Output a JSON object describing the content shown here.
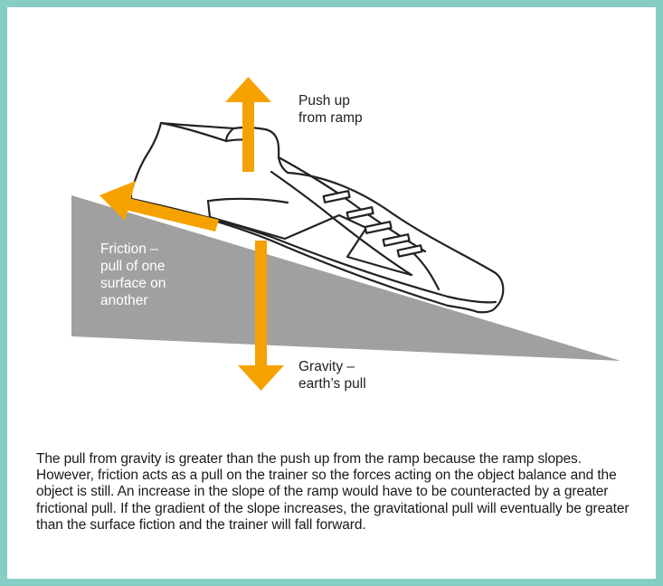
{
  "labels": {
    "push_up": "Push up\nfrom ramp",
    "friction": "Friction –\npull of one\nsurface on\nanother",
    "gravity": "Gravity –\nearth’s pull"
  },
  "caption": "The pull from gravity is greater than the push up from the ramp because the ramp slopes. However, friction acts as a pull on the trainer so the forces acting on the object balance and the object is still. An increase in the slope of the ramp would have to be counteracted by a greater frictional pull. If the gradient of the slope increases, the gravitational pull will eventually be greater than the surface fiction and the trainer will fall forward.",
  "colors": {
    "frame": "#86cdc6",
    "ramp": "#a0a0a0",
    "arrow": "#f5a200",
    "shoe_outline": "#222222"
  },
  "icons": {
    "push_arrow": "arrow-up-icon",
    "friction_arrow": "arrow-up-left-icon",
    "gravity_arrow": "arrow-down-icon",
    "shoe": "trainer-icon"
  }
}
